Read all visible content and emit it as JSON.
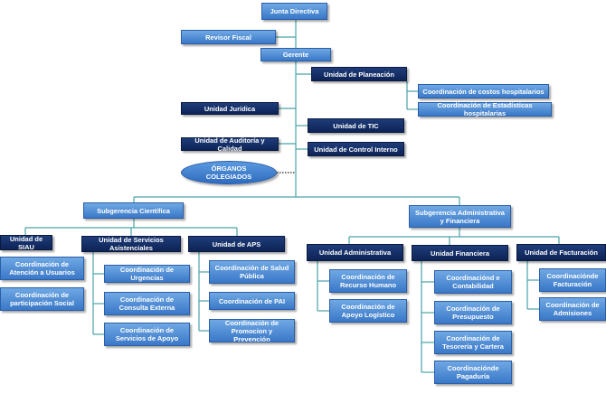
{
  "colors": {
    "light_box": "#4a8ad6",
    "dark_box": "#14306a",
    "connector": "#4aa3a8"
  },
  "nodes": {
    "junta": "Junta Directiva",
    "revisor": "Revisor Fiscal",
    "gerente": "Gerente",
    "planeacion": "Unidad de Planeación",
    "costos": "Coordinación de costos hospitalarios",
    "estadisticas": "Coordinación de Estadísticas hospitalarias",
    "juridica": "Unidad Jurídica",
    "tic": "Unidad de TIC",
    "auditoria": "Unidad de Auditoría y Calidad",
    "control": "Unidad de Control Interno",
    "organos": "ÓRGANOS COLEGIADOS",
    "sub_cientifica": "Subgerencia Científica",
    "sub_admin": "Subgerencia Administrativa y Financiera",
    "siau": "Unidad de SIAU",
    "atencion": "Coordinación de Atención a Usuarios",
    "participacion": "Coordinación de participación Social",
    "asistenciales": "Unidad de Servicios Asistenciales",
    "urgencias": "Coordinación de Urgencias",
    "consulta": "Coordinación de Consulta Externa",
    "apoyo_serv": "Coordinación de Servicios de Apoyo",
    "aps": "Unidad de APS",
    "salud_publica": "Coordinación de Salud Pública",
    "pai": "Coordinación de PAI",
    "promocion": "Coordinación de Promocion y Prevención",
    "administrativa": "Unidad Administrativa",
    "recurso": "Coordinación de Recurso Humano",
    "logistico": "Coordinación de Apoyo Logístico",
    "financiera": "Unidad Financiera",
    "contabilidad": "Coordinaciónd e Contabilidad",
    "presupuesto": "Coordinación de Presupuesto",
    "tesoreria": "Coordinación de Tesorería y Cartera",
    "pagaduria": "Coordinaciónde Pagaduría",
    "facturacion_u": "Unidad de Facturación",
    "facturacion_c": "Coordinaciónde Facturación",
    "admisiones": "Coordinación de Admisiones"
  }
}
